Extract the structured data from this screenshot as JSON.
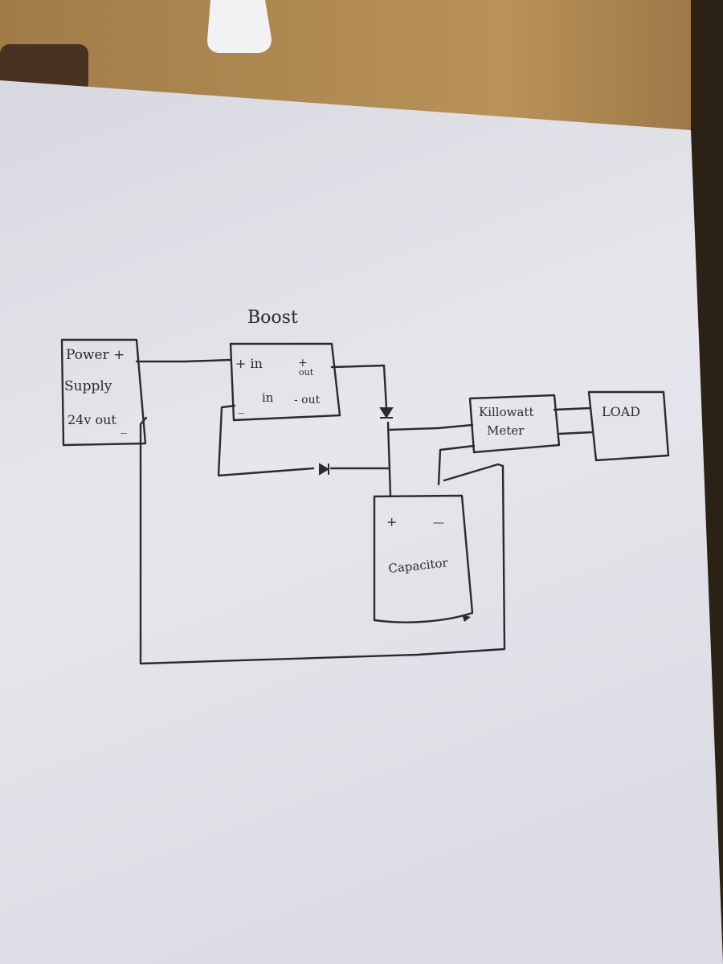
{
  "title": "Boost",
  "blocks": {
    "power_supply": {
      "line1": "Power +",
      "line2": "Supply",
      "line3": "24v out",
      "minus": "_"
    },
    "boost": {
      "plus_in": "+ in",
      "plus_out_plus": "+",
      "plus_out": "out",
      "minus_in_dash": "_",
      "minus_in": "in",
      "minus_out": "- out"
    },
    "capacitor": {
      "label": "Capacitor",
      "plus": "+",
      "minus": "—"
    },
    "meter": {
      "line1": "Killowatt",
      "line2": "Meter"
    },
    "load": {
      "label": "LOAD"
    }
  },
  "colors": {
    "ink": "#2a2a30",
    "paper": "#e4e4ea",
    "table": "#b08a52"
  }
}
